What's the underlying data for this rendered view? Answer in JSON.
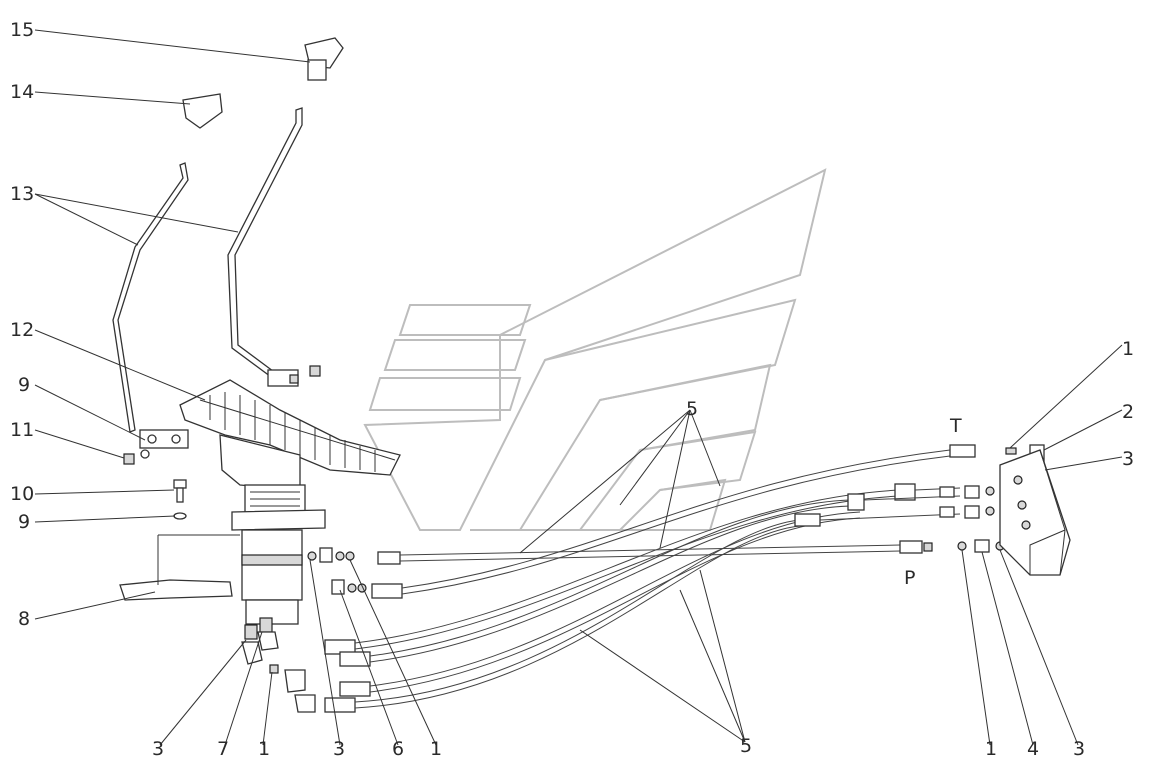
{
  "diagram": {
    "callouts": [
      "15",
      "14",
      "13",
      "12",
      "9",
      "11",
      "10",
      "9",
      "8",
      "1",
      "2",
      "3",
      "5",
      "3",
      "7",
      "1",
      "3",
      "6",
      "1",
      "5",
      "1",
      "4",
      "3"
    ],
    "ports": {
      "tank": "T",
      "pressure": "P"
    }
  },
  "colors": {
    "line": "#333333",
    "background": "#ffffff",
    "watermark": "#bdbdbd"
  }
}
